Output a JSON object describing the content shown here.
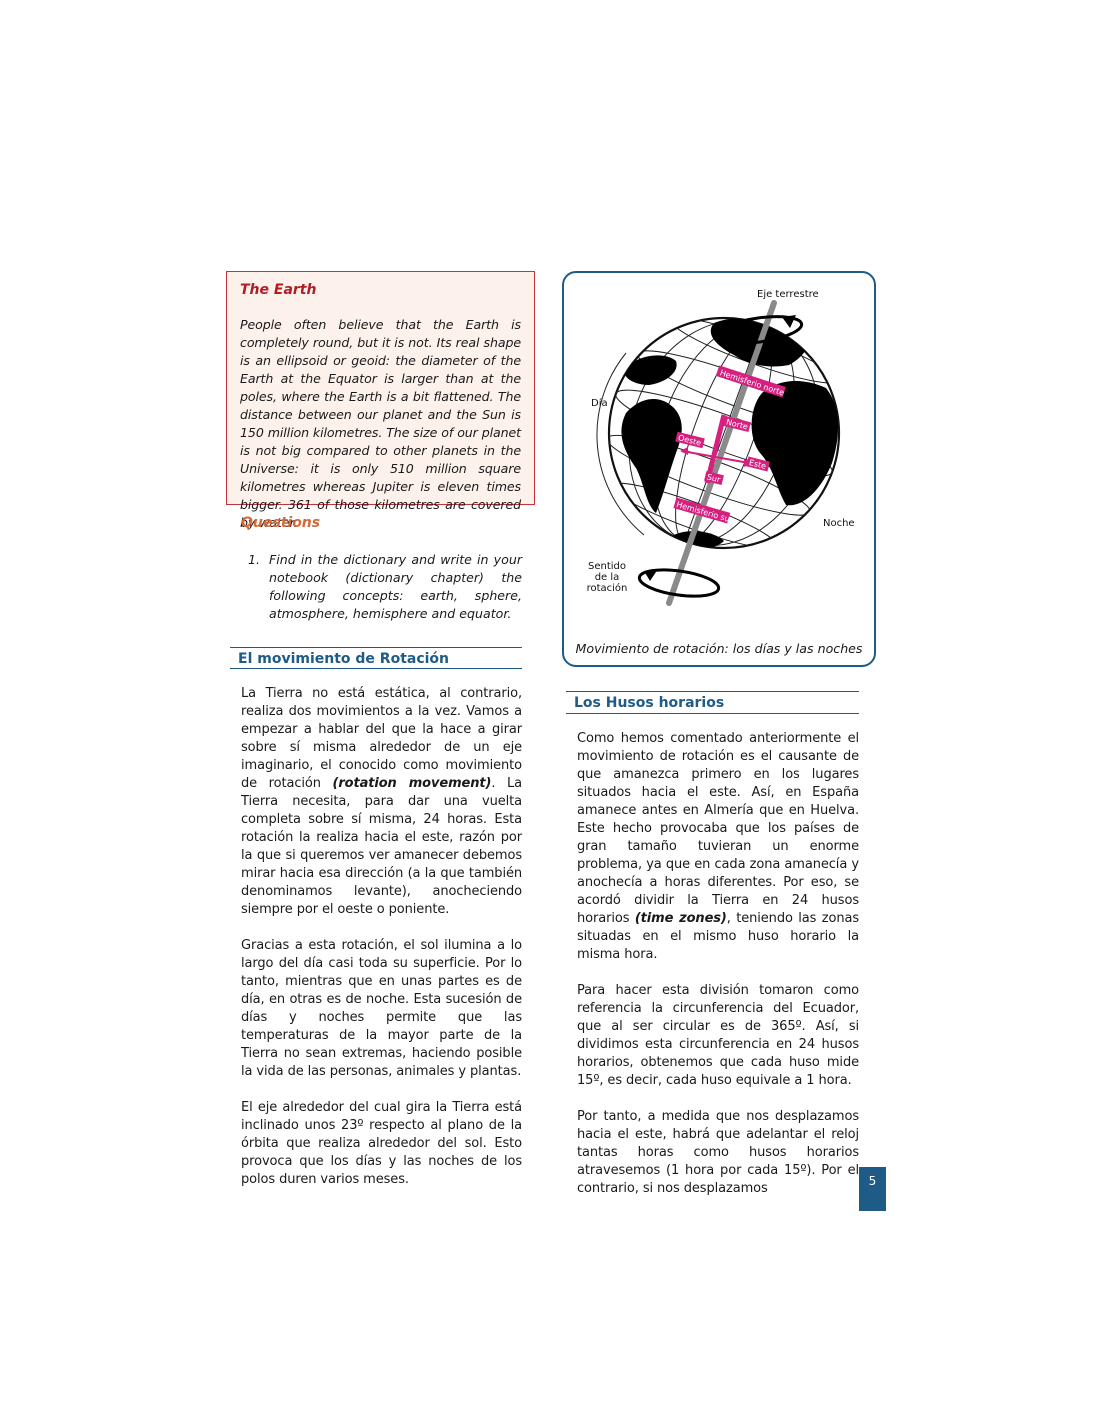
{
  "earth_box": {
    "title": "The Earth",
    "text": "People often believe that the Earth is completely round, but it is not. Its real shape is an ellipsoid or geoid: the diameter of the Earth at the Equator is larger than at the poles, where the Earth is a bit flattened. The distance between our planet and the Sun is 150 million kilometres. The size of our planet is not big compared to other planets in the Universe: it is only 510 million square kilometres whereas Jupiter is eleven times bigger. 361 of those kilometres are covered by water."
  },
  "questions": {
    "title": "Questions",
    "items": [
      {
        "num": "1.",
        "text": "Find in the dictionary and write in your notebook (dictionary chapter) the following concepts: earth, sphere, atmosphere, hemisphere and equator."
      }
    ]
  },
  "rotation": {
    "heading": "El movimiento de Rotación",
    "p1_a": "La Tierra no está estática, al contrario, realiza dos movimientos a la vez. Vamos a empezar a hablar del que la hace a girar sobre sí misma alrededor de un eje imaginario, el conocido como movimiento de rotación ",
    "p1_b": "(rotation movement)",
    "p1_c": ". La Tierra necesita, para dar una vuelta completa sobre sí misma, 24 horas. Esta rotación la realiza hacia el este, razón por la que si queremos ver amanecer debemos mirar hacia esa dirección (a la que también denominamos levante), anocheciendo siempre por el oeste o poniente.",
    "p2": "Gracias a esta rotación, el sol ilumina a lo largo del día casi toda su superficie. Por lo tanto, mientras que en unas partes es de día, en otras es de noche. Esta sucesión de días y noches permite que las temperaturas de la mayor parte de la Tierra no sean extremas, haciendo posible la vida de las personas, animales y plantas.",
    "p3": "El eje alrededor del cual gira la Tierra está inclinado unos 23º respecto al plano de la órbita que realiza alrededor del sol. Esto provoca que los días y las noches de los polos duren varios meses."
  },
  "figure": {
    "axis_label": "Eje terrestre",
    "day_label": "Día",
    "night_label": "Noche",
    "direction_label_1": "Sentido",
    "direction_label_2": "de la",
    "direction_label_3": "rotación",
    "hem_north": "Hemisferio norte",
    "hem_south": "Hemisferio sur",
    "north": "Norte",
    "south": "Sur",
    "west": "Oeste",
    "east": "Este",
    "caption": "Movimiento de rotación: los días y las noches",
    "accent_color": "#d6207f"
  },
  "husos": {
    "heading": "Los Husos horarios",
    "p1_a": "Como hemos comentado anteriormente el movimiento de rotación es el causante de que amanezca primero en los lugares situados hacia el este. Así, en España amanece antes en Almería que en Huelva. Este hecho provocaba que los países de gran tamaño tuvieran un enorme problema, ya que en cada zona amanecía y anochecía a horas diferentes. Por eso, se acordó dividir la Tierra en 24 husos horarios ",
    "p1_b": "(time zones)",
    "p1_c": ", teniendo las zonas situadas en el mismo huso horario la misma hora.",
    "p2": "Para hacer esta división tomaron como referencia la circunferencia del Ecuador, que al ser circular es de 365º. Así, si dividimos esta circunferencia en 24 husos horarios, obtenemos que cada huso mide 15º, es decir, cada huso equivale a 1 hora.",
    "p3": "Por tanto, a medida que nos desplazamos hacia el este, habrá que adelantar el reloj tantas horas como husos horarios atravesemos (1 hora por cada 15º). Por el contrario, si nos desplazamos"
  },
  "page_number": "5"
}
